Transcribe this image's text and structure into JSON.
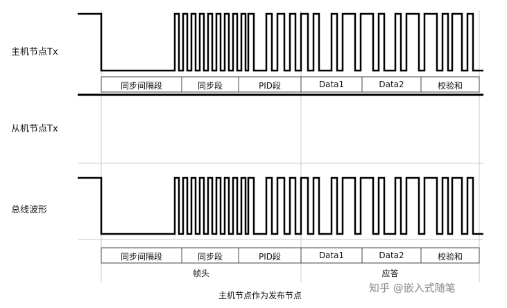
{
  "rows": {
    "master_tx": "主机节点Tx",
    "slave_tx": "从机节点Tx",
    "bus": "总线波形"
  },
  "segments_top": [
    "同步间隔段",
    "同步段",
    "PID段",
    "Data1",
    "Data2",
    "校验和"
  ],
  "segments_bottom": [
    "同步间隔段",
    "同步段",
    "PID段",
    "Data1",
    "Data2",
    "校验和"
  ],
  "groups": {
    "header": "帧头",
    "response": "应答"
  },
  "caption": "主机节点作为发布节点",
  "watermark": "知乎 @嵌入式随笔"
}
